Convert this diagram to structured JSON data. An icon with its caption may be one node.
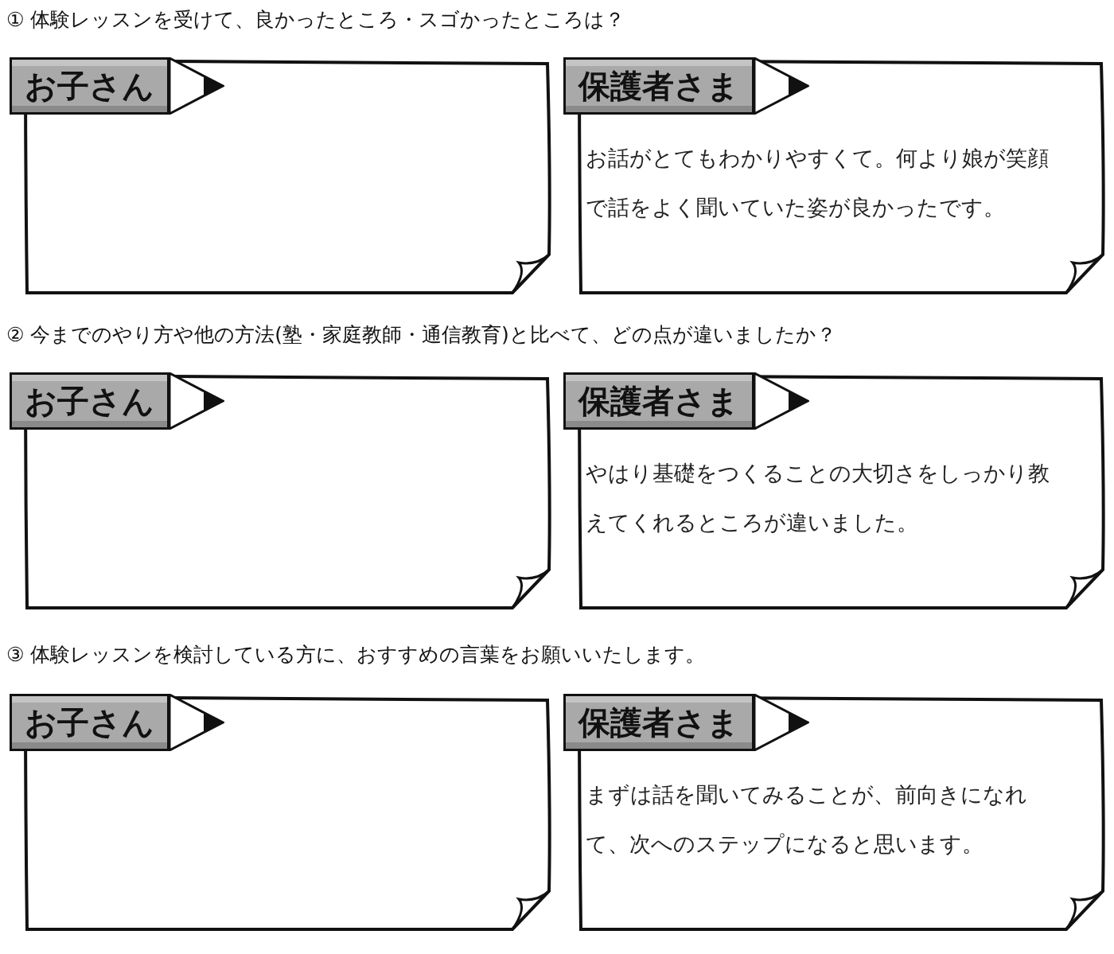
{
  "diagram": {
    "nodes": [
      {
        "text": [
          "お子さん"
        ]
      },
      {
        "text": [
          "保護者さま",
          "お話がとてもわかりやすくて。何より娘が笑顔で話をよく聞いていた姿が良かったです。"
        ]
      },
      {
        "text": [
          "お子さん"
        ]
      },
      {
        "text": [
          "保護者さま",
          "やはり基礎をつくることの大切さをしっかり教えてくれるところが違いました。"
        ]
      },
      {
        "text": [
          "お子さん"
        ]
      },
      {
        "text": [
          "保護者さま",
          "まずは話を聞いてみることが、前向きになれて、次へのステップになると思います。"
        ]
      }
    ],
    "edges": [],
    "labels": [
      "① 体験レッスンを受けて、良かったところ・スゴかったところは？",
      "② 今までのやり方や他の方法(塾・家庭教師・通信教育)と比べて、どの点が違いましたか？",
      "③ 体験レッスンを検討している方に、おすすめの言葉をお願いいたします。"
    ]
  }
}
